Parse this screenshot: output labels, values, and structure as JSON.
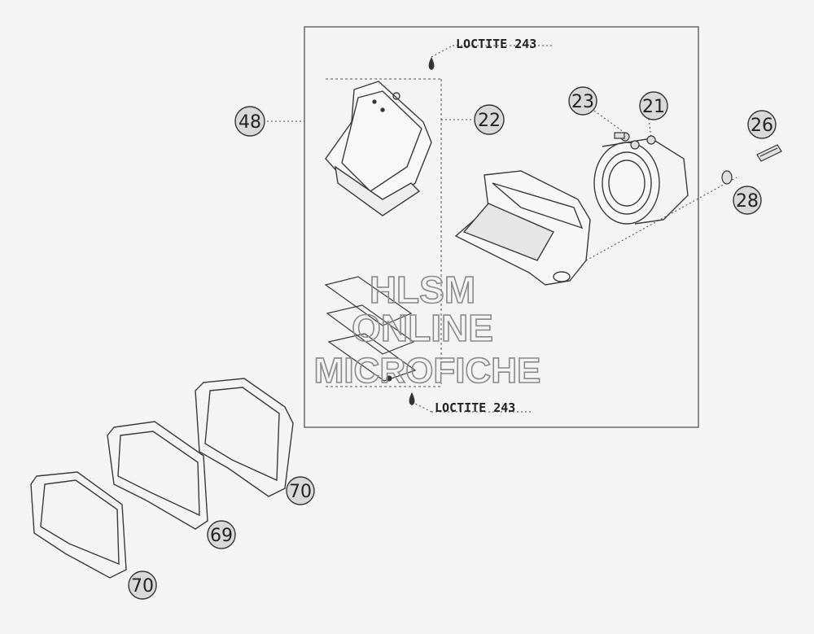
{
  "callouts": [
    {
      "id": "48",
      "label": "48"
    },
    {
      "id": "22",
      "label": "22"
    },
    {
      "id": "23",
      "label": "23"
    },
    {
      "id": "21",
      "label": "21"
    },
    {
      "id": "26",
      "label": "26"
    },
    {
      "id": "28",
      "label": "28"
    },
    {
      "id": "70a",
      "label": "70"
    },
    {
      "id": "69",
      "label": "69"
    },
    {
      "id": "70b",
      "label": "70"
    }
  ],
  "notes": {
    "loctite_top": "LOCTITE 243",
    "loctite_bottom": "LOCTITE 243"
  },
  "watermark": {
    "line1": "HLSM",
    "line2": "ONLINE",
    "line3": "MICROFICHE"
  },
  "colors": {
    "background": "#f4f4f4",
    "linework": "#3a3a3a",
    "callout_fill": "#d9d9d9",
    "watermark": "#8a8a8a"
  }
}
